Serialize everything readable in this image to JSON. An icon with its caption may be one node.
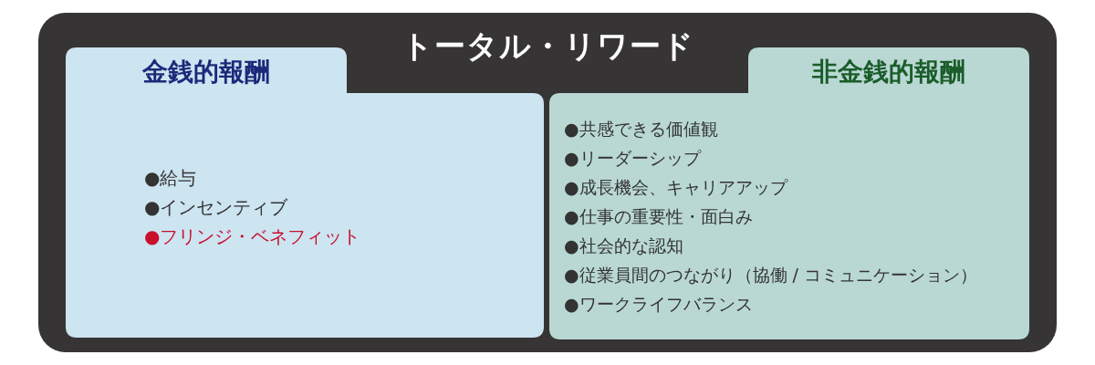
{
  "diagram": {
    "nodes": [
      {
        "text": [
          "トータル・リワード"
        ]
      },
      {
        "text": [
          "金銭的報酬",
          "●給与",
          "●インセンティブ",
          "●フリンジ・ベネフィット"
        ],
        "in": 0
      },
      {
        "text": [
          "非金銭的報酬",
          "●共感できる価値観",
          "●リーダーシップ",
          "●成長機会、キャリアアップ",
          "●仕事の重要性・面白み",
          "●社会的な認知",
          "●従業員間のつながり（協働 / コミュニケーション）",
          "●ワークライフバランス"
        ],
        "in": 0
      }
    ]
  }
}
